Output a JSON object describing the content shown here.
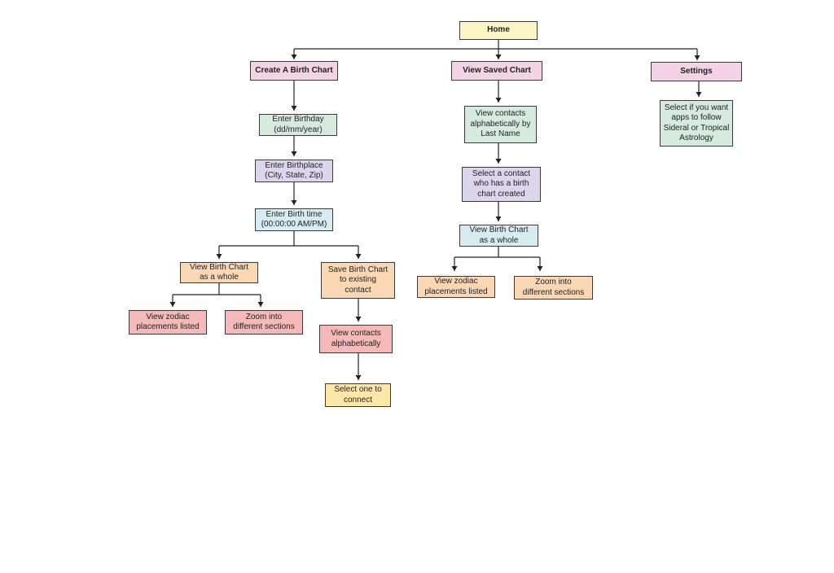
{
  "colors": {
    "yellow": "#fbf6c4",
    "pink": "#f3d3e4",
    "green": "#d6ebde",
    "purple": "#dcd6ec",
    "blue": "#d6ecf2",
    "orange": "#fbd7b4",
    "red": "#f4b9b8",
    "gold": "#fce7a8",
    "line": "#222222"
  },
  "nodes": {
    "home": {
      "label": "Home",
      "color": "yellow"
    },
    "create": {
      "label": "Create A Birth Chart",
      "color": "pink"
    },
    "view_saved": {
      "label": "View Saved Chart",
      "color": "pink"
    },
    "settings": {
      "label": "Settings",
      "color": "pink"
    },
    "enter_birthday": {
      "label": "Enter Birthday\n(dd/mm/year)",
      "color": "green"
    },
    "enter_birthplace": {
      "label": "Enter Birthplace\n(City, State, Zip)",
      "color": "purple"
    },
    "enter_birthtime": {
      "label": "Enter Birth time\n(00:00:00 AM/PM)",
      "color": "blue"
    },
    "view_whole_left": {
      "label": "View Birth Chart\nas a whole",
      "color": "orange"
    },
    "save_chart": {
      "label": "Save Birth Chart\nto existing\ncontact",
      "color": "orange"
    },
    "zodiac_left": {
      "label": "View zodiac\nplacements listed",
      "color": "red"
    },
    "zoom_left": {
      "label": "Zoom into\ndifferent sections",
      "color": "red"
    },
    "view_contacts_alpha": {
      "label": "View contacts\nalphabetically",
      "color": "red"
    },
    "select_one": {
      "label": "Select one to\nconnect",
      "color": "gold"
    },
    "contacts_lastname": {
      "label": "View contacts\nalphabetically by\nLast Name",
      "color": "green"
    },
    "select_contact": {
      "label": "Select a contact\nwho has a birth\nchart created",
      "color": "purple"
    },
    "view_whole_mid": {
      "label": "View Birth Chart\nas a whole",
      "color": "blue"
    },
    "zodiac_mid": {
      "label": "View zodiac\nplacements listed",
      "color": "orange"
    },
    "zoom_mid": {
      "label": "Zoom into\ndifferent sections",
      "color": "orange"
    },
    "settings_desc": {
      "label": "Select if you want\napps to follow\nSideral or Tropical\nAstrology",
      "color": "green"
    }
  }
}
